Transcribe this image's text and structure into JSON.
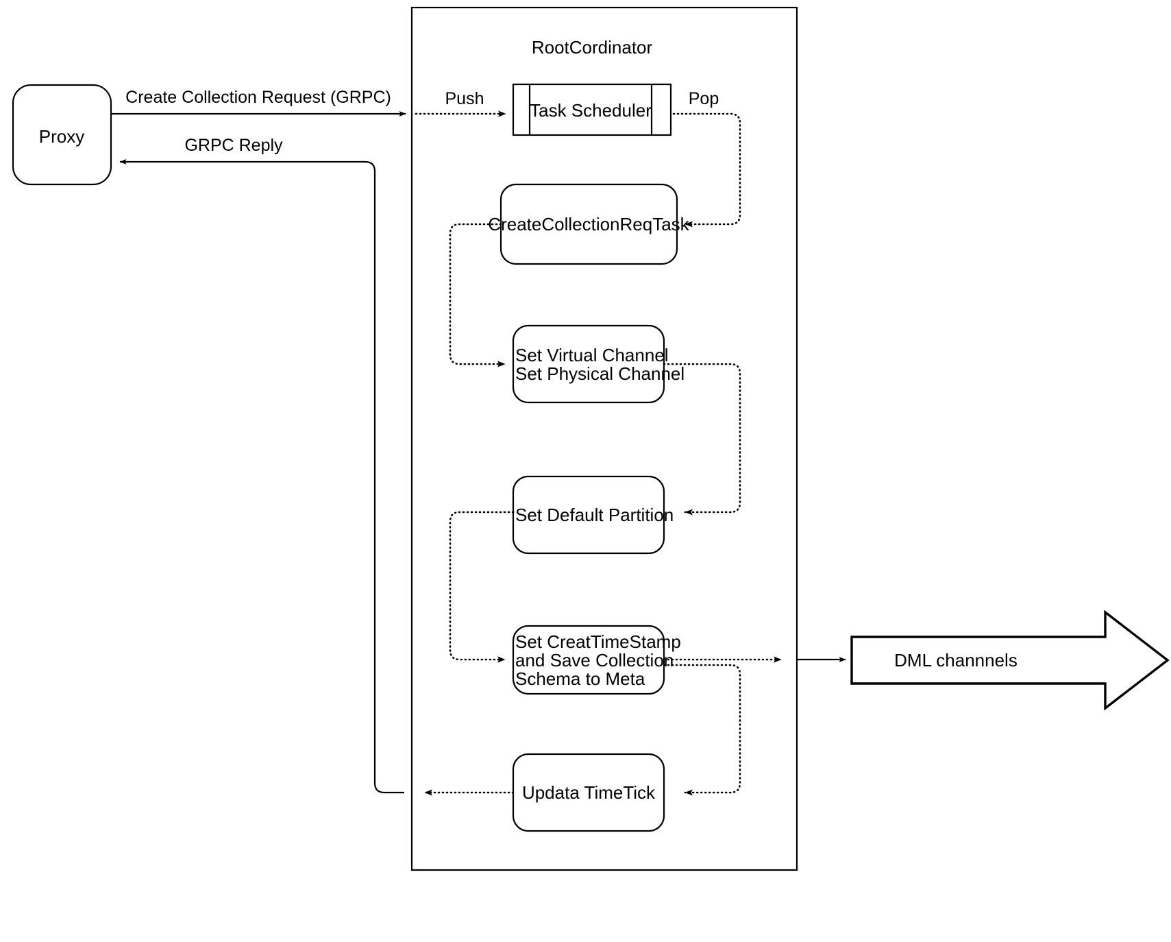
{
  "diagram": {
    "title_node": "RootCordinator",
    "nodes": {
      "proxy": "Proxy",
      "task_scheduler": "Task Scheduler",
      "create_collection_req_task": "CreateCollectionReqTask",
      "set_channel_line1": "Set Virtual Channel",
      "set_channel_line2": "Set Physical Channel",
      "set_default_partition": "Set Default Partition",
      "set_timestamp_line1": "Set CreatTimeStamp",
      "set_timestamp_line2": "and Save Collection",
      "set_timestamp_line3": "Schema to Meta",
      "update_timetick": "Updata TimeTick",
      "dml_channels": "DML channnels"
    },
    "edge_labels": {
      "create_collection_request": "Create Collection Request (GRPC)",
      "grpc_reply": "GRPC Reply",
      "push": "Push",
      "pop": "Pop"
    },
    "colors": {
      "stroke": "#000000",
      "fill": "#ffffff",
      "background": "#ffffff"
    }
  }
}
